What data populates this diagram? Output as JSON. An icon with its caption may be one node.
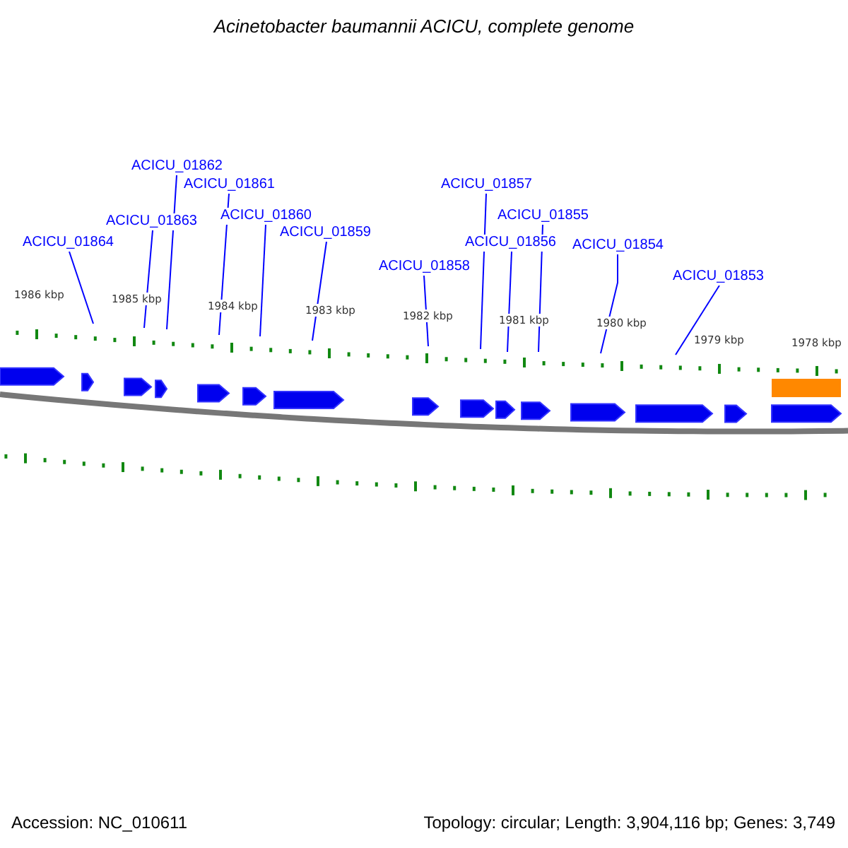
{
  "diagram": {
    "title": "Acinetobacter baumannii ACICU, complete genome",
    "nodes": [
      {
        "text": [
          "ACICU_01862"
        ]
      },
      {
        "text": [
          "ACICU_01861"
        ]
      },
      {
        "text": [
          "ACICU_01857"
        ]
      },
      {
        "text": [
          "ACICU_01860"
        ]
      },
      {
        "text": [
          "ACICU_01855"
        ]
      },
      {
        "text": [
          "ACICU_01863"
        ]
      },
      {
        "text": [
          "ACICU_01859"
        ]
      },
      {
        "text": [
          "ACICU_01864"
        ]
      },
      {
        "text": [
          "ACICU_01856"
        ]
      },
      {
        "text": [
          "ACICU_01854"
        ]
      },
      {
        "text": [
          "ACICU_01858"
        ]
      },
      {
        "text": [
          "ACICU_01853"
        ]
      }
    ],
    "edges": [
      {
        "from": 0,
        "to": null,
        "arrow": "none"
      },
      {
        "from": 1,
        "to": null,
        "arrow": "none"
      },
      {
        "from": 2,
        "to": null,
        "arrow": "none"
      },
      {
        "from": 3,
        "to": null,
        "arrow": "none"
      },
      {
        "from": 4,
        "to": null,
        "arrow": "none"
      },
      {
        "from": 5,
        "to": null,
        "arrow": "none"
      },
      {
        "from": 6,
        "to": null,
        "arrow": "none"
      },
      {
        "from": 7,
        "to": null,
        "arrow": "none"
      },
      {
        "from": 8,
        "to": null,
        "arrow": "none"
      },
      {
        "from": 9,
        "to": null,
        "arrow": "none"
      },
      {
        "from": 10,
        "to": null,
        "arrow": "none"
      },
      {
        "from": 11,
        "to": null,
        "arrow": "none"
      }
    ],
    "labels": [
      "1986 kbp",
      "1985 kbp",
      "1984 kbp",
      "1983 kbp",
      "1982 kbp",
      "1981 kbp",
      "1980 kbp",
      "1979 kbp",
      "1978 kbp",
      "Accession: NC_010611",
      "Topology: circular; Length: 3,904,116 bp; Genes: 3,749"
    ]
  }
}
